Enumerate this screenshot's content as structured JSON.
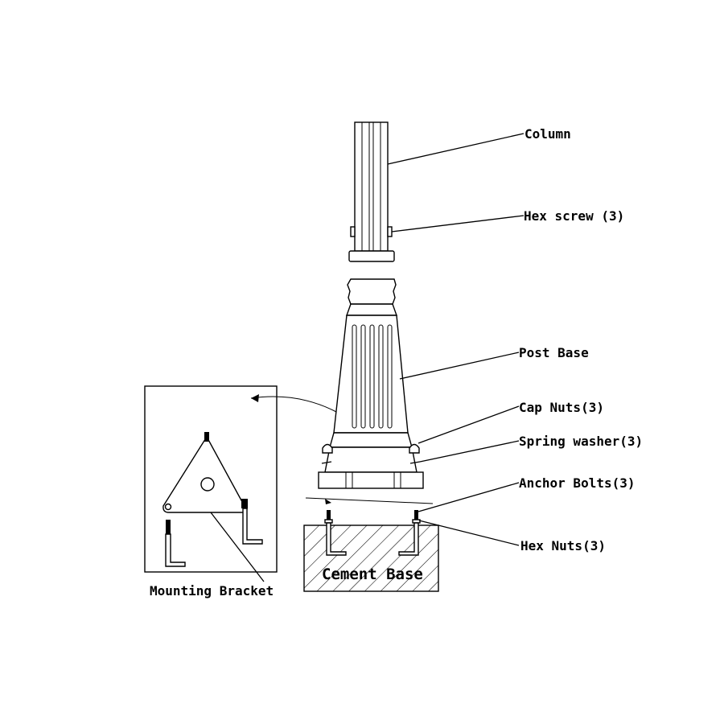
{
  "labels": {
    "column": "Column",
    "hex_screw": "Hex screw (3)",
    "post_base": "Post Base",
    "cap_nuts": "Cap Nuts(3)",
    "spring_washer": "Spring washer(3)",
    "anchor_bolts": "Anchor Bolts(3)",
    "hex_nuts": "Hex Nuts(3)",
    "cement_base": "Cement Base",
    "mounting_bracket": "Mounting Bracket"
  },
  "colors": {
    "line": "#000000",
    "background": "#ffffff"
  }
}
